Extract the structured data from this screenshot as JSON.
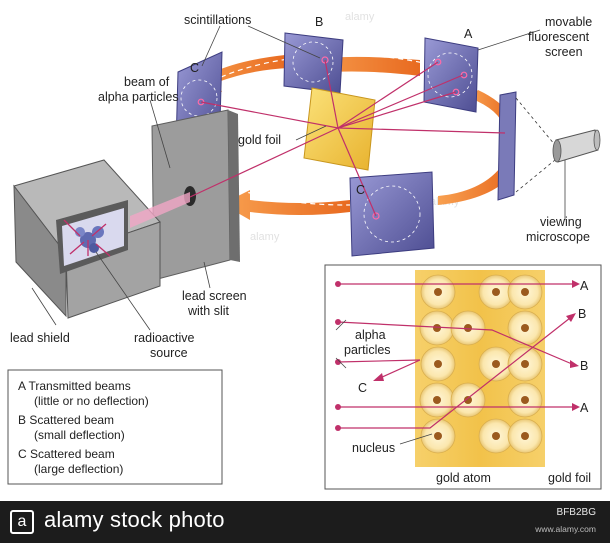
{
  "labels": {
    "scintillations": "scintillations",
    "screen_b_top": "B",
    "screen_a_top": "A",
    "screen_c_left": "C",
    "screen_c_bottom": "C",
    "movable_screen_1": "movable",
    "movable_screen_2": "fluorescent",
    "movable_screen_3": "screen",
    "beam_1": "beam of",
    "beam_2": "alpha particles",
    "gold_foil": "gold foil",
    "viewing_1": "viewing",
    "viewing_2": "microscope",
    "lead_screen_1": "lead screen",
    "lead_screen_2": "with slit",
    "lead_shield": "lead shield",
    "radioactive_1": "radioactive",
    "radioactive_2": "source"
  },
  "legend": {
    "a_1": "A  Transmitted beams",
    "a_2": "(little or no deflection)",
    "b_1": "B  Scattered beam",
    "b_2": "(small deflection)",
    "c_1": "C  Scattered beam",
    "c_2": "(large deflection)"
  },
  "inset": {
    "out_a_top": "A",
    "out_b_upper": "B",
    "out_b_lower": "B",
    "out_a_lower": "A",
    "out_c": "C",
    "alpha_1": "alpha",
    "alpha_2": "particles",
    "nucleus": "nucleus",
    "gold_atom": "gold atom",
    "gold_foil": "gold foil"
  },
  "watermark": "alamy",
  "footer": {
    "logo_letter": "a",
    "brand": "alamy stock photo",
    "image_id": "BFB2BG",
    "url": "www.alamy.com"
  },
  "colors": {
    "beam": "#c0306a",
    "arrow": "#f07a2a",
    "foil": "#f3c84a",
    "screen": "#6f6fb0",
    "lead": "#9a9a9a"
  }
}
